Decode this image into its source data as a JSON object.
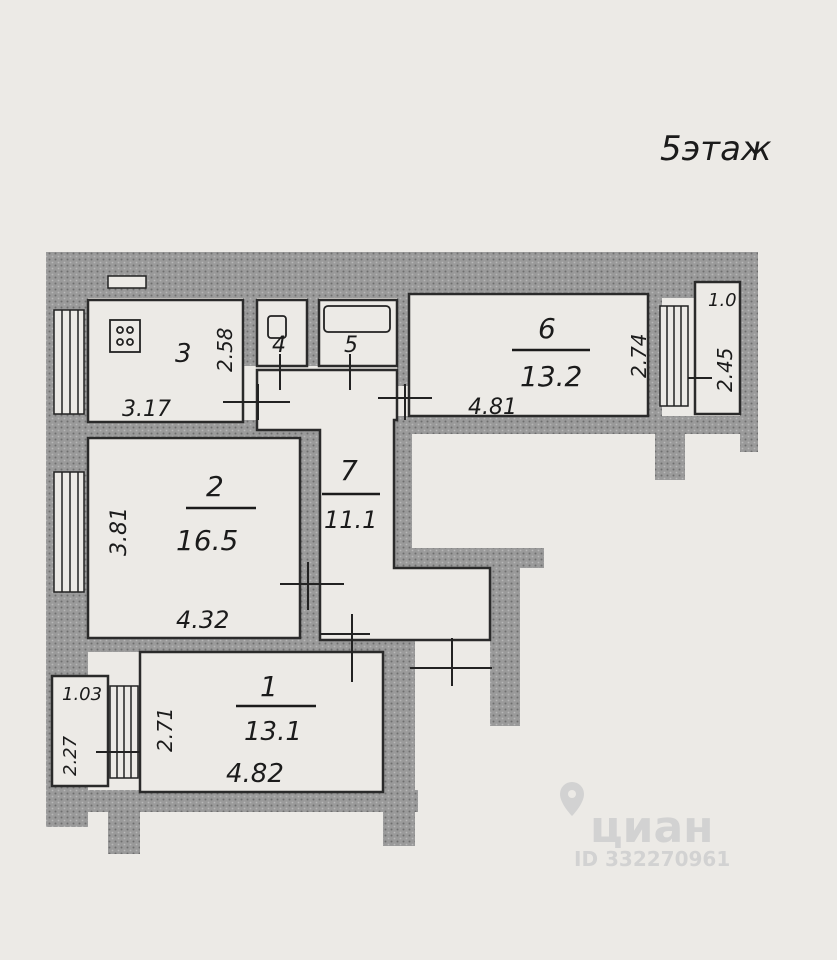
{
  "floor_label": "5этаж",
  "rooms": [
    {
      "id": "3",
      "area": "",
      "dims": [
        "3.17",
        "2.58"
      ]
    },
    {
      "id": "4",
      "area": ""
    },
    {
      "id": "5",
      "area": ""
    },
    {
      "id": "6",
      "area": "13.2",
      "dims": [
        "4.81",
        "2.74"
      ]
    },
    {
      "id": "2",
      "area": "16.5",
      "dims": [
        "4.32",
        "3.81"
      ]
    },
    {
      "id": "7",
      "area": "11.1"
    },
    {
      "id": "1",
      "area": "13.1",
      "dims": [
        "4.82",
        "2.71"
      ]
    }
  ],
  "balconies": [
    {
      "dims": [
        "1.0",
        "2.45"
      ]
    },
    {
      "dims": [
        "1.03",
        "2.27"
      ]
    }
  ],
  "watermark": {
    "brand": "циан",
    "id_text": "ID 332270961"
  },
  "colors": {
    "paper": "#eceae6",
    "wall": "#8c8c8c",
    "ink": "#1b1b1b"
  }
}
